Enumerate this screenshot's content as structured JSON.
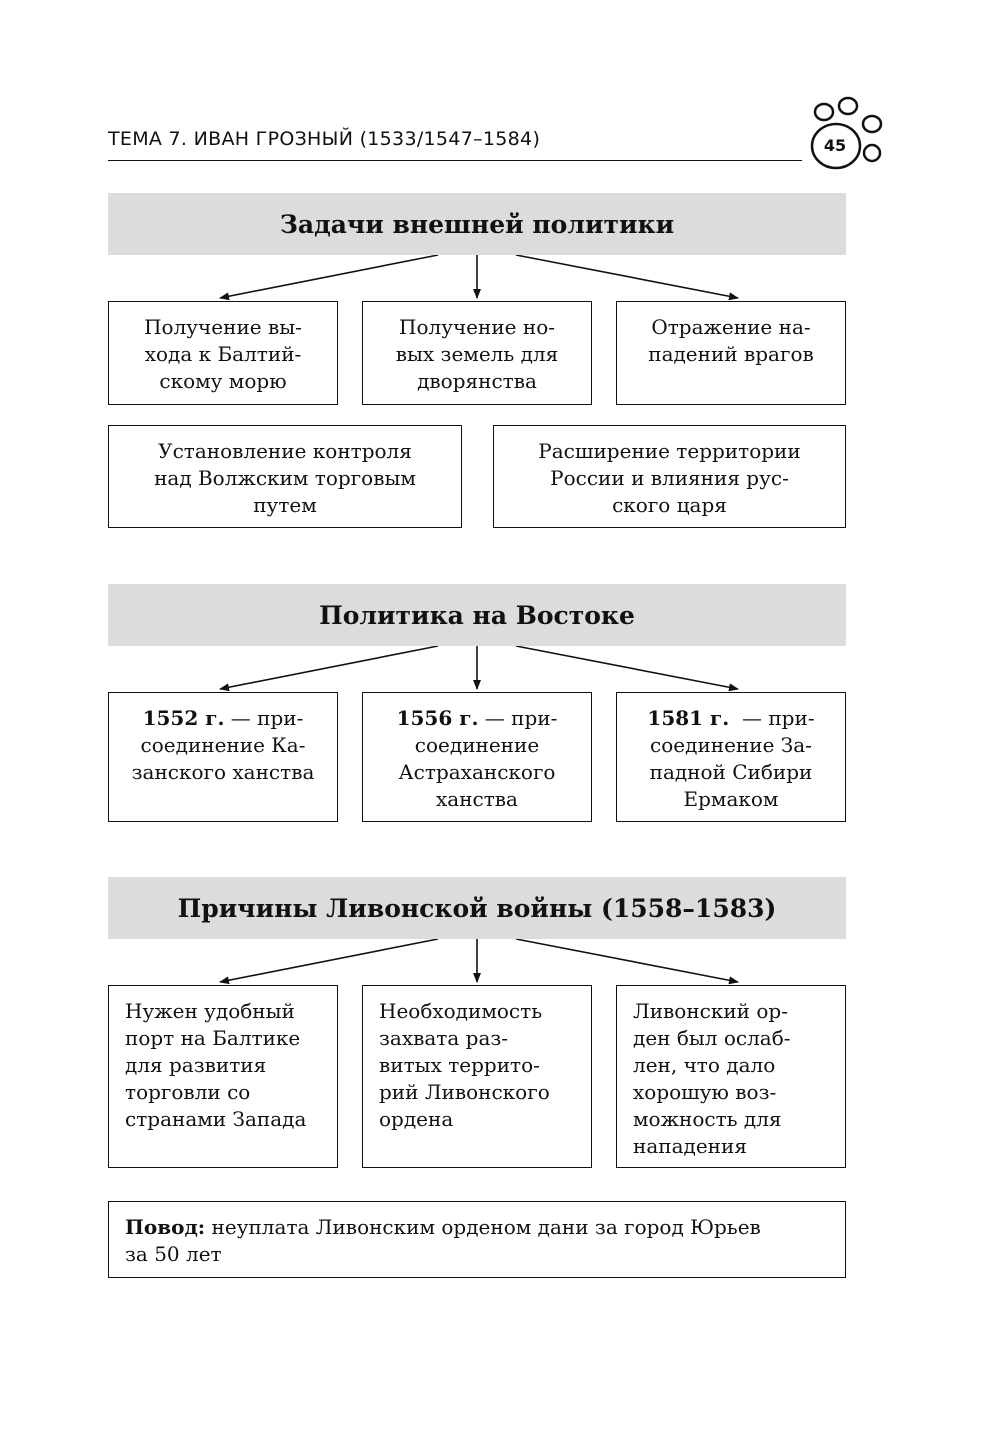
{
  "header": {
    "title": "ТЕМА 7. ИВАН ГРОЗНЫЙ (1533/1547–1584)",
    "page_number": "45"
  },
  "sections": {
    "foreign_policy": {
      "title": "Задачи внешней политики",
      "items": [
        [
          "Получение вы-",
          "хода к Балтий-",
          "скому морю"
        ],
        [
          "Получение но-",
          "вых земель для",
          "дворянства"
        ],
        [
          "Отражение на-",
          "падений врагов"
        ],
        [
          "Установление контроля",
          "над Волжским торговым",
          "путем"
        ],
        [
          "Расширение территории",
          "России и влияния рус-",
          "ского царя"
        ]
      ]
    },
    "east_policy": {
      "title": "Политика на Востоке",
      "items": [
        {
          "year": "1552 г.",
          "lines": [
            " — при-",
            "соединение Ка-",
            "занского ханства"
          ]
        },
        {
          "year": "1556 г.",
          "lines": [
            " — при-",
            "соединение",
            "Астраханского",
            "ханства"
          ]
        },
        {
          "year": "1581 г.",
          "lines": "  — при-|соединение За-|падной Сибири|Ермаком"
        }
      ]
    },
    "livonian_war": {
      "title": "Причины Ливонской войны (1558–1583)",
      "items": [
        [
          "Нужен удобный",
          "порт на Балтике",
          "для развития",
          "торговли со",
          "странами Запада"
        ],
        [
          "Необходимость",
          "захвата раз-",
          "витых террито-",
          "рий Ливонского",
          "ордена"
        ],
        [
          "Ливонский ор-",
          "ден был ослаб-",
          "лен, что дало",
          "хорошую воз-",
          "можность для",
          "нападения"
        ]
      ],
      "pretext_label": "Повод:",
      "pretext_text": " неуплата Ливонским орденом дани за город Юрьев",
      "pretext_text_2": "за 50 лет"
    }
  }
}
